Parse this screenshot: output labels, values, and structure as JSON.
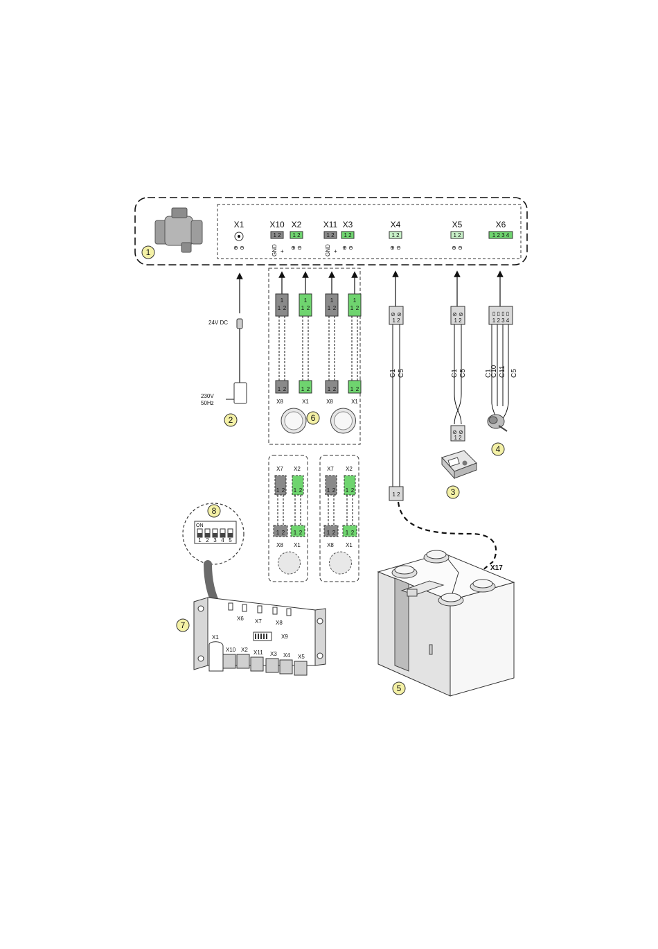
{
  "header_terminals": {
    "x1": "X1",
    "x10": "X10",
    "x2": "X2",
    "x11": "X11",
    "x3": "X3",
    "x4": "X4",
    "x5": "X5",
    "x6": "X6",
    "pins_2": "1 2",
    "pins_4": "1 2 3 4",
    "gnd": "GND",
    "plus": "+"
  },
  "power": {
    "dc": "24V DC",
    "ac_line1": "230V",
    "ac_line2": "50Hz"
  },
  "cables": {
    "c1": "C1",
    "c5": "C5",
    "c10": "C10",
    "c11": "C11"
  },
  "control_units": {
    "x8": "X8",
    "x1": "X1",
    "x7": "X7",
    "x2": "X2",
    "pin1": "1",
    "pin2": "2"
  },
  "dip_switch": {
    "on": "ON",
    "nums": [
      "1",
      "2",
      "3",
      "4",
      "5"
    ]
  },
  "pcb": {
    "x1": "X1",
    "x10": "X10",
    "x2": "X2",
    "x11": "X11",
    "x3": "X3",
    "x4": "X4",
    "x5": "X5",
    "x6": "X6",
    "x7": "X7",
    "x8": "X8",
    "x9": "X9"
  },
  "unit": {
    "connector": "X17"
  },
  "callouts": [
    "1",
    "2",
    "3",
    "4",
    "5",
    "6",
    "7",
    "8"
  ],
  "colors": {
    "green": "#6fd46f",
    "grey": "#8a8a8a",
    "light_grey": "#d9d9d9",
    "callout_fill": "#f4f1a6"
  }
}
